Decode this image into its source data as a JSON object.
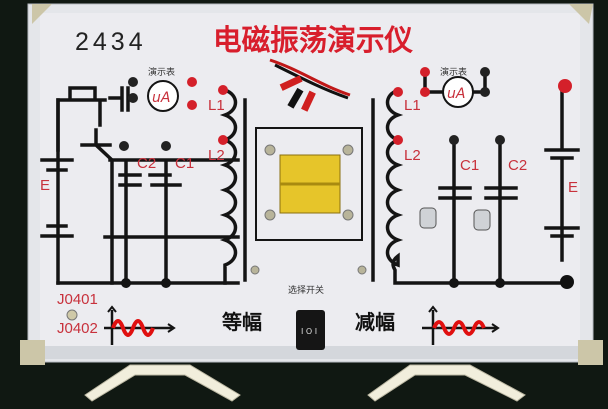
{
  "board": {
    "model_number": "2434",
    "title": "电磁振荡演示仪",
    "title_color": "#d81e2c",
    "panel_color": "#ececf0",
    "left_circuit": {
      "meter_caption": "演示表",
      "meter_unit": "uA",
      "coil_labels": [
        "L1",
        "L2"
      ],
      "capacitor_labels": [
        "C2",
        "C1"
      ],
      "battery_label": "E"
    },
    "right_circuit": {
      "meter_caption": "演示表",
      "meter_unit": "uA",
      "coil_labels": [
        "L1",
        "L2"
      ],
      "capacitor_labels": [
        "C1",
        "C2"
      ],
      "battery_label": "E"
    },
    "jack_labels": [
      "J0401",
      "J0402"
    ],
    "selector_caption": "选择开关",
    "switch_label": "I O I",
    "mode_left": "等幅",
    "mode_right": "减幅",
    "icons": [
      "constant-amplitude-wave-icon",
      "damped-wave-icon",
      "rocker-switch-icon",
      "banana-plug-lead-icon"
    ]
  }
}
